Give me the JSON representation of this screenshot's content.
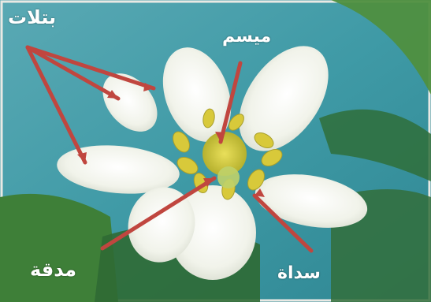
{
  "labels": {
    "petals": "بتلات",
    "pistil": "ميسم",
    "calyx": "مدقة",
    "stamen": "سداة"
  },
  "colors": {
    "background_teal": "#3f9aa6",
    "leaf_green": "#3f7f3a",
    "petal_white": "#f5f6ef",
    "stamen_yellow": "#d8c93a",
    "arrow_red": "#c0463f"
  }
}
